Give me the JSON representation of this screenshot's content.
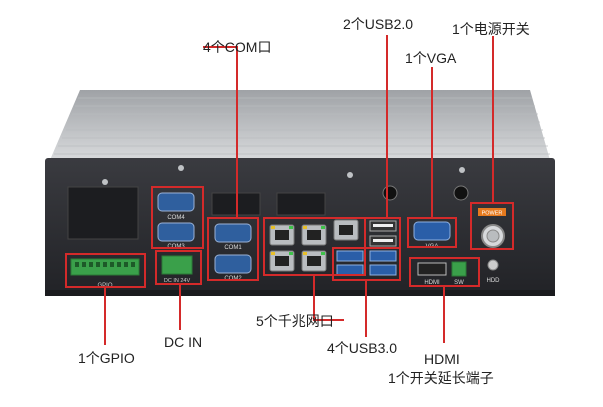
{
  "labels": {
    "com4x": "4个COM口",
    "usb2": "2个USB2.0",
    "power": "1个电源开关",
    "vga": "1个VGA",
    "gpio": "1个GPIO",
    "dcin": "DC IN",
    "lan": "5个千兆网口",
    "usb3": "4个USB3.0",
    "hdmi_line1": "HDMI",
    "hdmi_line2": "1个开关延长端子"
  },
  "panel_labels": {
    "com4": "COM4",
    "com3": "COM3",
    "com1": "COM1",
    "com2": "COM2",
    "dc_in": "DC IN 24V",
    "gpio": "GPIO",
    "vga": "VGA",
    "hdmi": "HDMI",
    "sw": "SW",
    "hdd": "HDD",
    "power": "POWER"
  },
  "colors": {
    "highlight": "#d42a2a",
    "chassis_front": "#2b2c30",
    "chassis_top": "#c9cbce",
    "port_blue": "#2a5ea8",
    "gpio_green": "#3aa04a"
  }
}
